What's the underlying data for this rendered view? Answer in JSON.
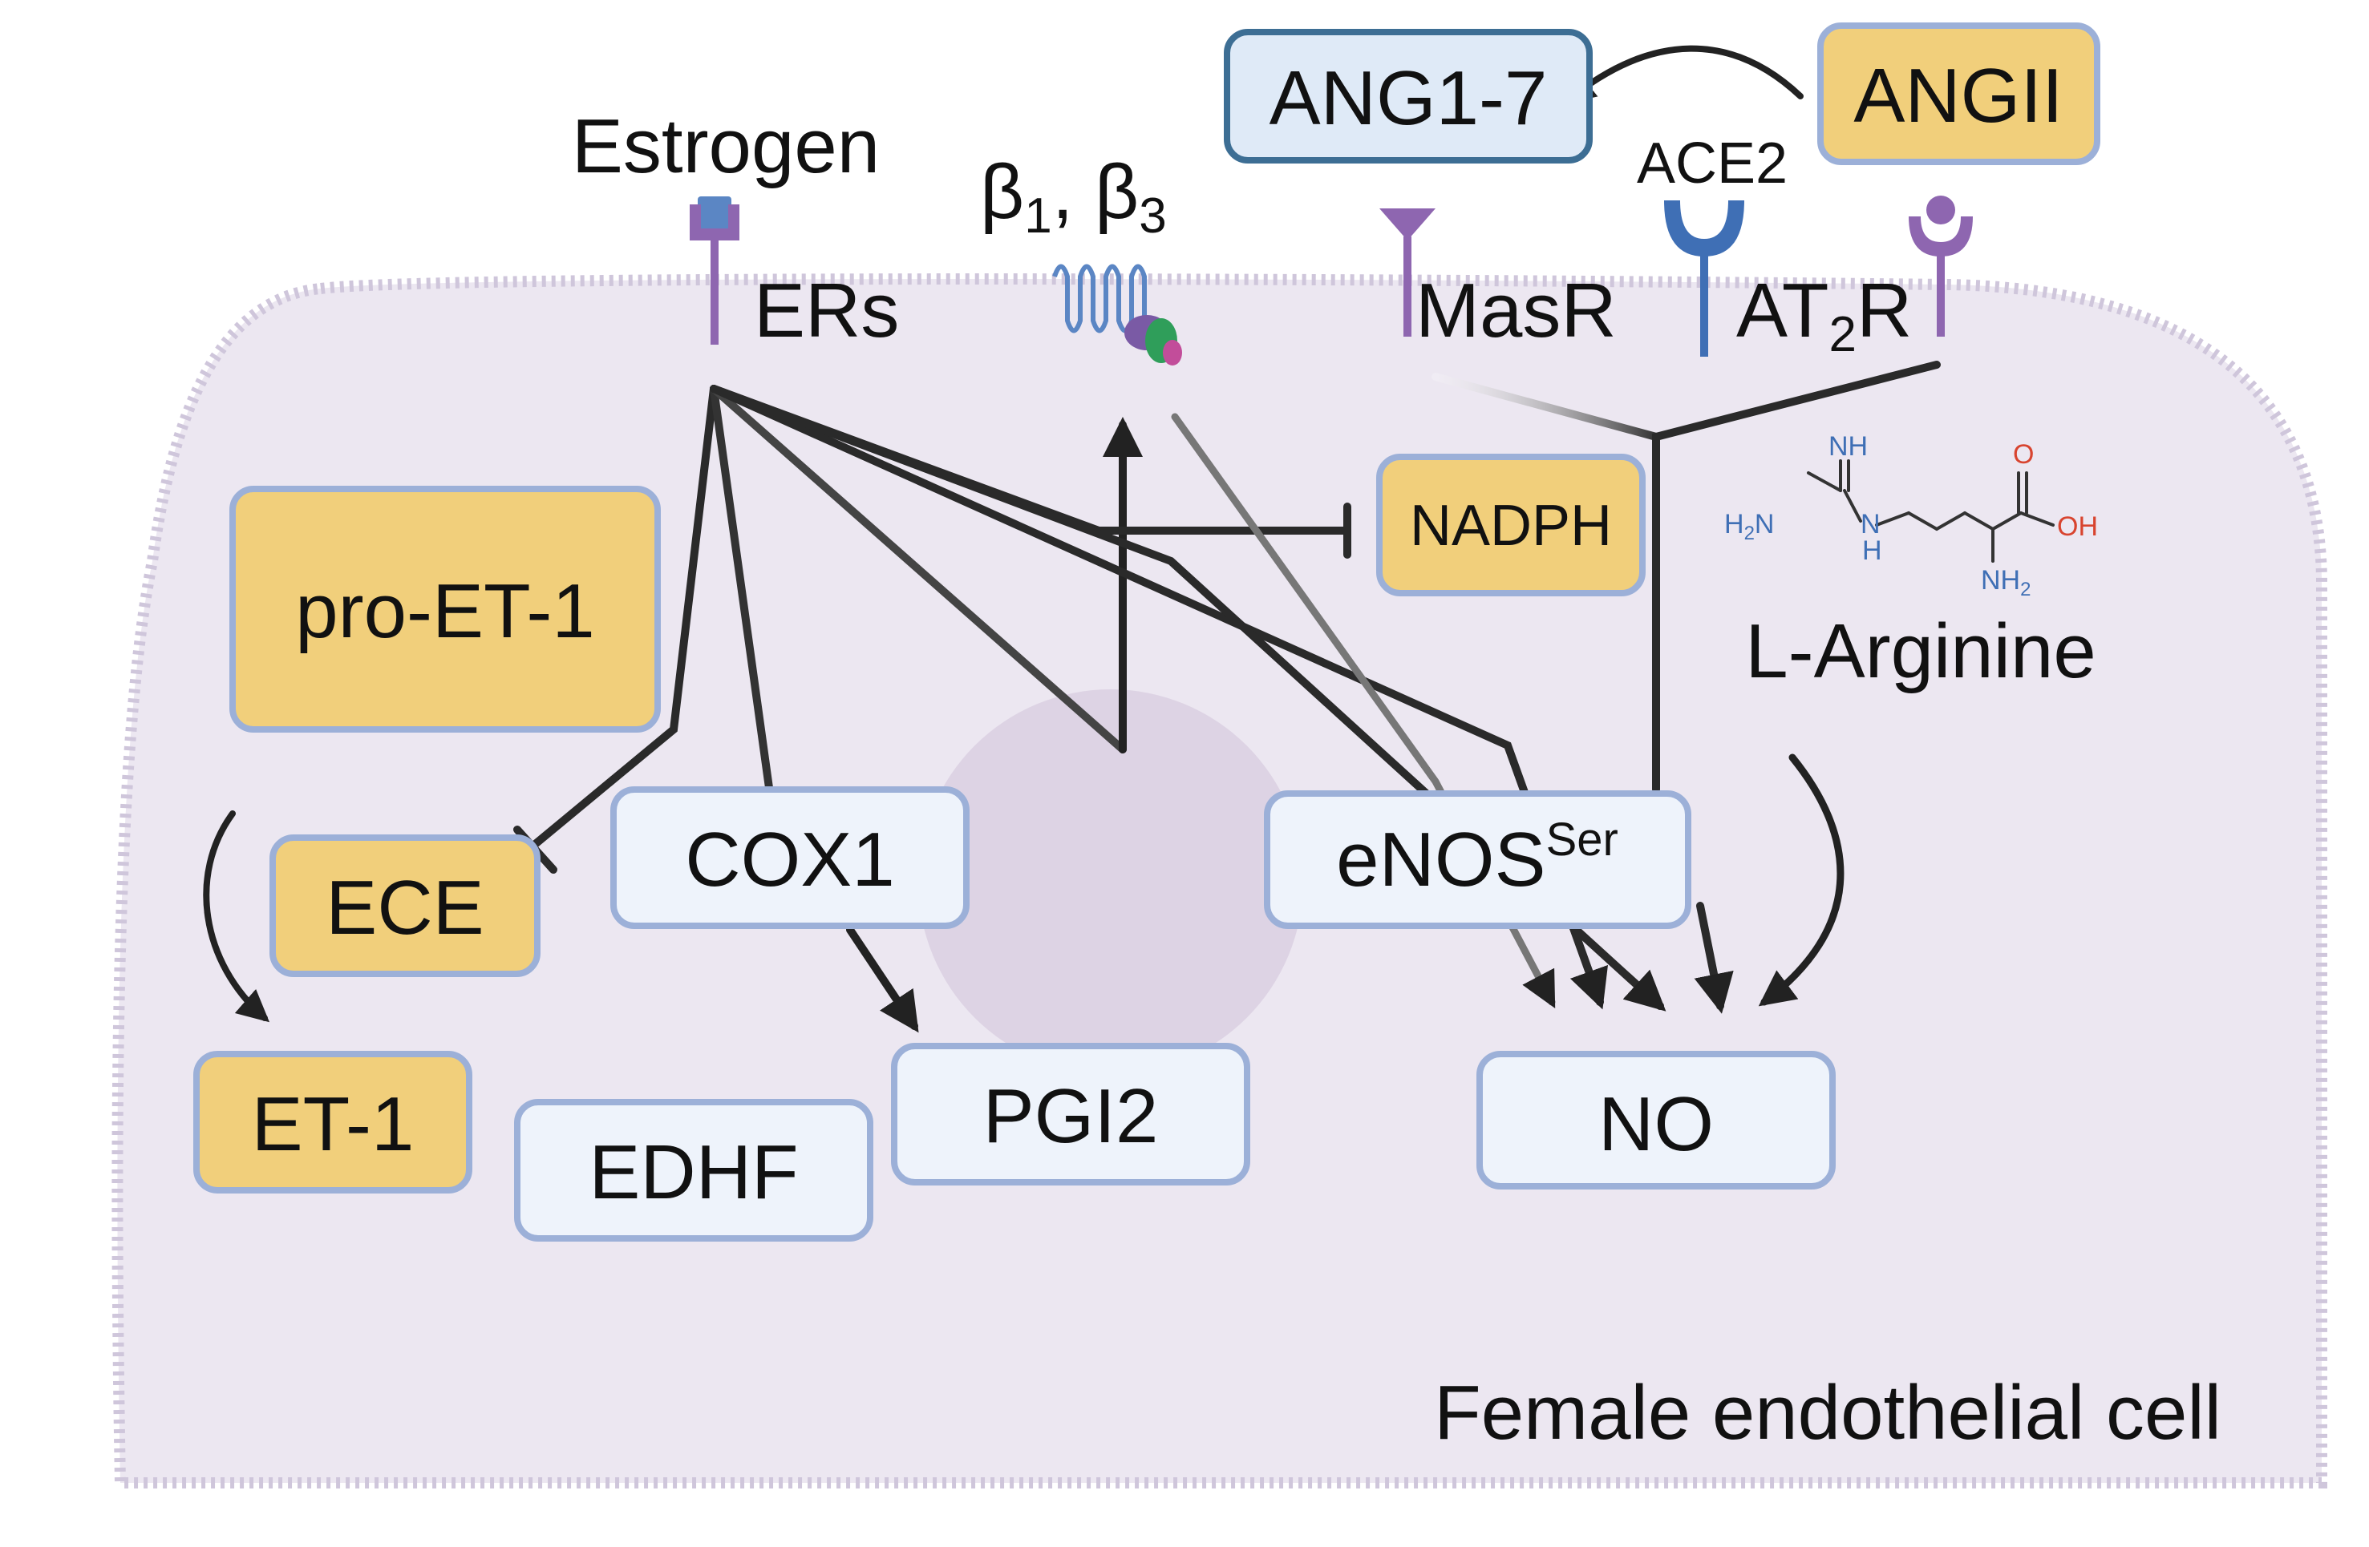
{
  "cell_label": "Female endothelial cell",
  "receptors": {
    "estrogen": "Estrogen",
    "ers": "ERs",
    "beta_prefix": "β",
    "beta_sub1": "1",
    "beta_mid": ", β",
    "beta_sub3": "3",
    "masr": "MasR",
    "ace2": "ACE2",
    "at2r_prefix": "AT",
    "at2r_sub": "2",
    "at2r_suffix": "R"
  },
  "nodes": {
    "ang17": "ANG1-7",
    "angii": "ANGII",
    "nadph": "NADPH",
    "pro_et1": "pro-ET-1",
    "ece": "ECE",
    "et1": "ET-1",
    "cox1": "COX1",
    "pgi2": "PGI2",
    "edhf": "EDHF",
    "enos": "eNOS",
    "enos_sup": "Ser",
    "no": "NO",
    "l_arginine": "L-Arginine"
  },
  "molecule_atoms": {
    "nh": "NH",
    "h2n_h": "H",
    "h2n_sub": "2",
    "h2n_n": "N",
    "nh_bottom_n": "N",
    "nh_bottom_h": "H",
    "o": "O",
    "oh": "OH",
    "nh2_nh": "NH",
    "nh2_sub": "2"
  },
  "colors": {
    "cell_fill": "#ece7f1",
    "cell_border": "#cfc6db",
    "nucleus": "#ddd3e4",
    "gold_fill": "#f1cf7b",
    "blue_border": "#9cb0d8",
    "light_fill": "#eef3fb",
    "ang17_fill": "#dfeaf7",
    "ang17_border": "#3d6e94",
    "receptor_purple": "#8e66b0",
    "receptor_blue": "#3f6fb5",
    "arrow": "#222222"
  }
}
